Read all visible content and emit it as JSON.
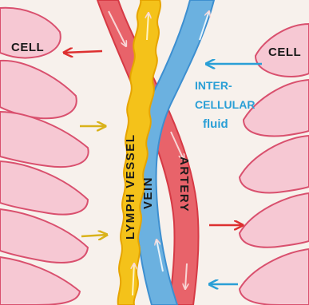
{
  "labels": {
    "cell_left": "CELL",
    "cell_right": "CELL",
    "intercellular_line1": "INTER-",
    "intercellular_line2": "CELLULAR",
    "intercellular_line3": "fluid",
    "lymph_vessel": "LYMPH VESSEL",
    "vein": "VEIN",
    "artery": "ARTERY"
  },
  "colors": {
    "background": "#f7f1ec",
    "cell_fill": "#f6c8d3",
    "cell_outline": "#d9506e",
    "lymph_fill": "#f4c21a",
    "lymph_outline": "#e6a400",
    "vein_fill": "#6bb1e0",
    "vein_outline": "#3d8fd0",
    "artery_fill": "#e8636a",
    "artery_outline": "#d63a45",
    "arrow_red": "#dd3030",
    "arrow_blue": "#2a9fd6",
    "arrow_yellow": "#d9b21a",
    "text_dark": "#1a1a1a",
    "text_blue": "#2a9fd6"
  }
}
